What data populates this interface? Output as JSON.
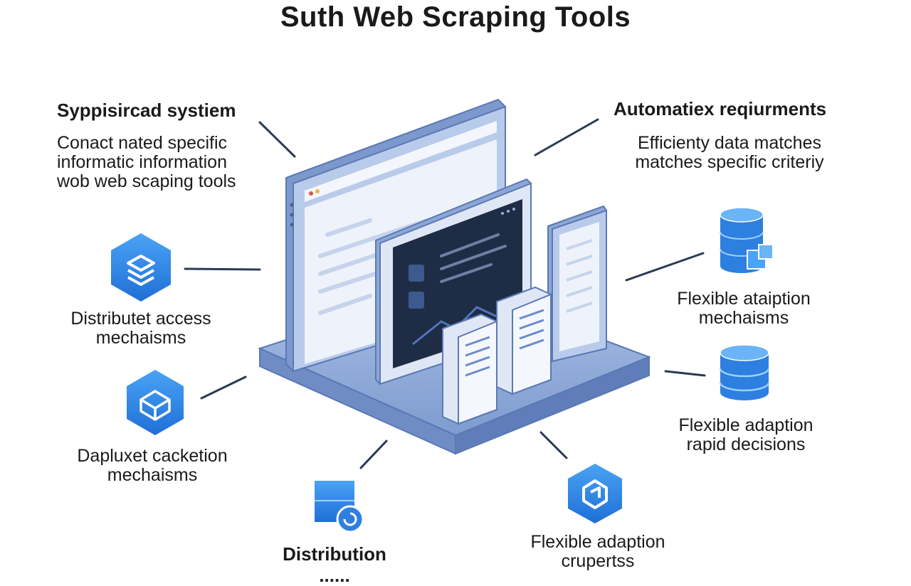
{
  "title": "Suth Web Scraping Tools",
  "left_top": {
    "heading": "Syppisircad systiem",
    "lines": [
      "Conact nated specific",
      "informatic information",
      "wob web scaping tools"
    ]
  },
  "right_top": {
    "heading": "Automatiex reqiurments",
    "lines": [
      "Efficienty data matches",
      "matches specific criteriy"
    ]
  },
  "left_items": [
    {
      "icon": "layers-hexagon-icon",
      "lines": [
        "Distributet access",
        "mechaisms"
      ]
    },
    {
      "icon": "package-hexagon-icon",
      "lines": [
        "Dapluxet cacketion",
        "mechaisms"
      ]
    }
  ],
  "bottom_items": [
    {
      "icon": "server-refresh-icon",
      "lines": [
        "Distribution",
        "......"
      ]
    },
    {
      "icon": "cube-hexagon-icon",
      "lines": [
        "Flexible adaption",
        "crupertss"
      ]
    }
  ],
  "right_items": [
    {
      "icon": "database-cubes-icon",
      "lines": [
        "Flexible ataiption",
        "mechaisms"
      ]
    },
    {
      "icon": "database-icon",
      "lines": [
        "Flexible adaption",
        "rapid decisions"
      ]
    }
  ],
  "colors": {
    "accent": "#2f7fe0",
    "platform": "#8aa6d4",
    "frame": "#9fb6e0",
    "screen_dark": "#1f2c45"
  }
}
